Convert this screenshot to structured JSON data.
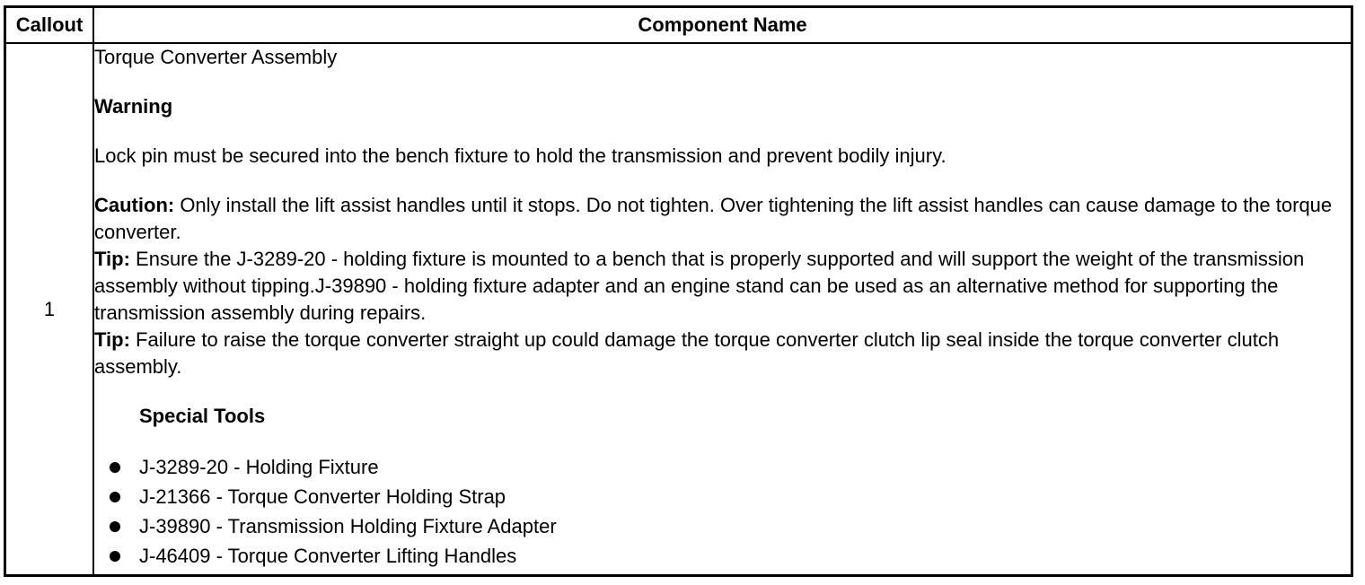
{
  "table": {
    "headers": {
      "callout": "Callout",
      "component_name": "Component Name"
    },
    "row": {
      "callout": "1",
      "component": "Torque Converter Assembly",
      "warning_heading": "Warning",
      "warning_text": "Lock pin must be secured into the bench fixture to hold the transmission and prevent bodily injury.",
      "caution_label": "Caution:",
      "caution_text": " Only install the lift assist handles until it stops. Do not tighten. Over tightening the lift assist handles can cause damage to the torque converter.",
      "tip1_label": "Tip:",
      "tip1_text": " Ensure the J-3289-20 - holding fixture is mounted to a bench that is properly supported and will support the weight of the transmission assembly without tipping.J-39890 - holding fixture adapter and an engine stand can be used as an alternative method for supporting the transmission assembly during repairs.",
      "tip2_label": "Tip:",
      "tip2_text": " Failure to raise the torque converter straight up could damage the torque converter clutch lip seal inside the torque converter clutch assembly.",
      "special_tools_heading": "Special Tools",
      "special_tools": [
        "J-3289-20 - Holding Fixture",
        "J-21366 - Torque Converter Holding Strap",
        "J-39890 - Transmission Holding Fixture Adapter",
        "J-46409 - Torque Converter Lifting Handles"
      ]
    }
  }
}
